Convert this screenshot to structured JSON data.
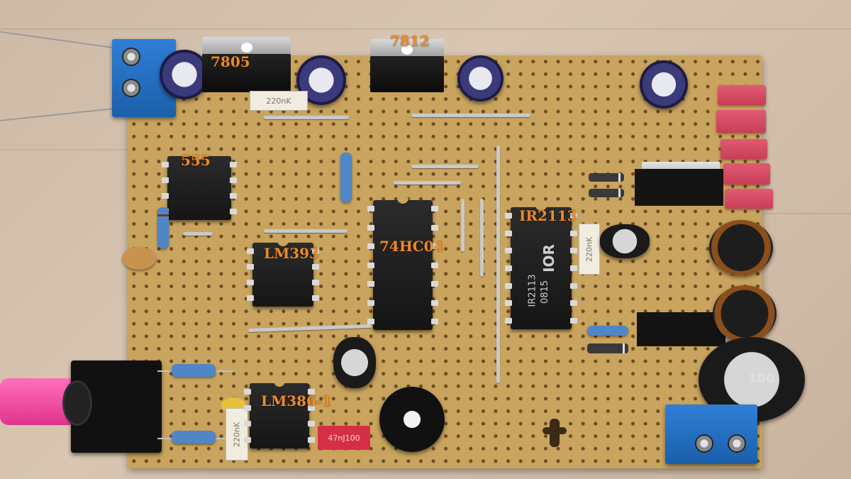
{
  "image_description": "Hand-soldered perfboard circuit with ICs and regulators",
  "chip_labels": {
    "reg_7805": "7805",
    "reg_7812": "7812",
    "timer_555": "555",
    "comparator": "LM393",
    "inverter": "74HC04",
    "driver": "IR2113",
    "amp": "LM386-1"
  },
  "printed_markings": {
    "ir2113_logo": "IOR",
    "ir2113_part": "IR2113",
    "ir2113_code": "0815",
    "film_cap_top": "220nK",
    "film_cap_driver": "220nK",
    "film_cap_bottom": "220nK",
    "red_cap": "47nJ100",
    "big_cap": "100"
  },
  "colors": {
    "board": "#c9a45e",
    "label_orange": "#f08a24",
    "terminal_blue": "#1b5fab",
    "pink_plug": "#e0348e"
  }
}
